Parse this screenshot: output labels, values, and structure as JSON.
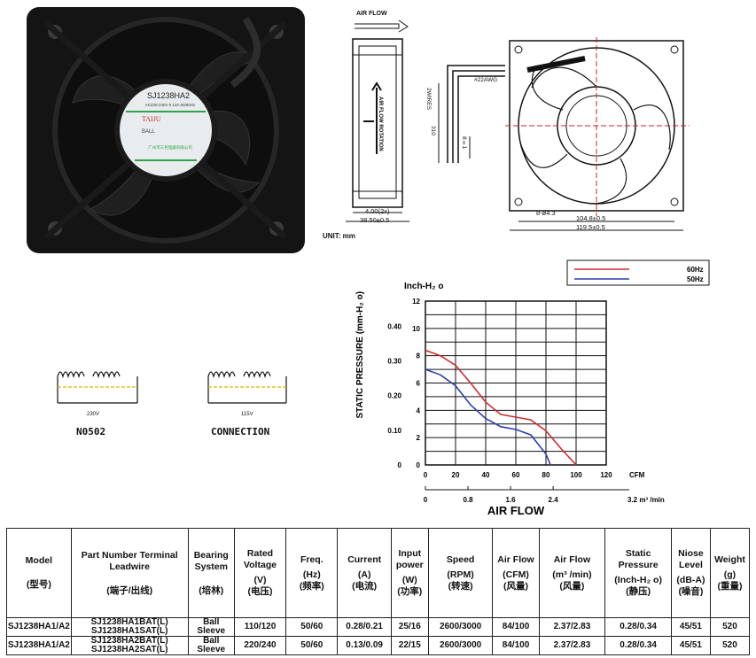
{
  "photo": {
    "model_label": "SJ1238HA2",
    "brand": "TAIJU",
    "rating": "AC220-240V 0.13A 50/60Hz",
    "bearing": "BALL",
    "maker_cn": "广州市三巨电器有限公司"
  },
  "drawing": {
    "air_flow": "AIR FLOW",
    "rotation": "AIR FLOW ROTATION",
    "unit": "UNIT: mm",
    "dim_depth": "38.50±0.5",
    "dim_side": "4.00(2x)",
    "dim_wire_note": "#22AWG",
    "dim_wire_len": "2WIRES",
    "dim_310": "310",
    "dim_8": "8±1",
    "dim_hole": "8-ø4.3",
    "dim_hole_pitch": "104.8±0.5",
    "dim_width": "119.5±0.5"
  },
  "wiring": {
    "left_label": "N0502",
    "left_volt": "230V",
    "right_label": "CONNECTION",
    "right_volt": "115V"
  },
  "chart_data": {
    "type": "line",
    "title": "Inch-H₂ o",
    "ylabel": "STATIC PRESSURE (mm-H₂ o)",
    "xlabel": "AIR FLOW",
    "xlim": [
      0,
      120
    ],
    "ylim": [
      0,
      12
    ],
    "x_unit_primary": "CFM",
    "x_ticks_primary": [
      "0",
      "20",
      "40",
      "60",
      "80",
      "100",
      "120"
    ],
    "x_unit_secondary": "3.2 m³ /min",
    "x_ticks_secondary": [
      "0",
      "0.8",
      "1.6",
      "2.4"
    ],
    "y_ticks_mm": [
      "0",
      "2",
      "4",
      "6",
      "8",
      "10",
      "12"
    ],
    "y_ticks_inch": [
      "0",
      "0.10",
      "0.20",
      "0.30",
      "0.40"
    ],
    "legend": [
      "60Hz",
      "50Hz"
    ],
    "series": [
      {
        "name": "60Hz",
        "color": "#d12b2b",
        "x": [
          0,
          10,
          20,
          30,
          40,
          50,
          60,
          70,
          80,
          90,
          100
        ],
        "y": [
          8.4,
          8.0,
          7.3,
          6.0,
          4.6,
          3.7,
          3.5,
          3.3,
          2.5,
          1.2,
          0.0
        ]
      },
      {
        "name": "50Hz",
        "color": "#2c3fb0",
        "x": [
          0,
          10,
          20,
          30,
          40,
          50,
          60,
          70,
          80,
          83
        ],
        "y": [
          7.0,
          6.6,
          5.8,
          4.4,
          3.4,
          2.8,
          2.6,
          2.2,
          0.8,
          0.0
        ]
      }
    ]
  },
  "table": {
    "headers": [
      {
        "en": "Model",
        "cn": "(型号)"
      },
      {
        "en": "Part Number Terminal Leadwire",
        "cn": "(端子/出线)"
      },
      {
        "en": "Bearing System",
        "cn": "(培林)"
      },
      {
        "en": "Rated Voltage",
        "unit": "(V)",
        "cn": "(电压)"
      },
      {
        "en": "Freq.",
        "unit": "(Hz)",
        "cn": "(频率)"
      },
      {
        "en": "Current",
        "unit": "(A)",
        "cn": "(电流)"
      },
      {
        "en": "Input power",
        "unit": "(W)",
        "cn": "(功率)"
      },
      {
        "en": "Speed",
        "unit": "(RPM)",
        "cn": "(转速)"
      },
      {
        "en": "Air Flow",
        "unit": "(CFM)",
        "cn": "(风量)"
      },
      {
        "en": "Air Flow",
        "unit": "(m³ /min)",
        "cn": "(风量)"
      },
      {
        "en": "Static Pressure",
        "unit": "(Inch-H₂ o)",
        "cn": "(静压)"
      },
      {
        "en": "Niose Level",
        "unit": "(dB-A)",
        "cn": "(噪音)"
      },
      {
        "en": "Weight",
        "unit": "(g)",
        "cn": "(重量)"
      }
    ],
    "rows": [
      [
        "SJ1238HA1/A2",
        "SJ1238HA1BAT(L)",
        "SJ1238HA1SAT(L)",
        "Ball",
        "Sleeve",
        "110/120",
        "50/60",
        "0.28/0.21",
        "25/16",
        "2600/3000",
        "84/100",
        "2.37/2.83",
        "0.28/0.34",
        "45/51",
        "520"
      ],
      [
        "SJ1238HA1/A2",
        "SJ1238HA2BAT(L)",
        "SJ1238HA2SAT(L)",
        "Ball",
        "Sleeve",
        "220/240",
        "50/60",
        "0.13/0.09",
        "22/15",
        "2600/3000",
        "84/100",
        "2.37/2.83",
        "0.28/0.34",
        "45/51",
        "520"
      ]
    ]
  }
}
